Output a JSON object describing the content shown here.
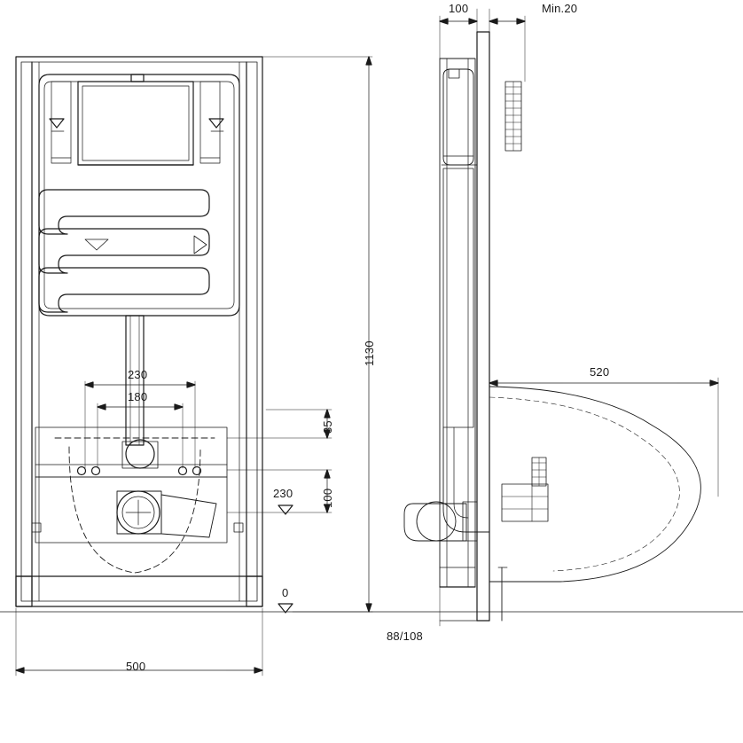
{
  "drawing": {
    "title": "Wall-hung WC installation frame technical drawing",
    "views": [
      "front-elevation",
      "side-elevation"
    ],
    "line_color": "#1a1a1a",
    "background": "#ffffff"
  },
  "dimensions": {
    "front_height_total": "1130",
    "front_width_total": "500",
    "bolt_spacing_outer": "230",
    "bolt_spacing_inner": "180",
    "offset_35": "35",
    "offset_100": "100",
    "offset_230": "230",
    "datum_zero": "0",
    "side_top_width": "100",
    "side_min_clearance": "Min.20",
    "side_projection": "520",
    "side_depth_range": "88/108"
  },
  "labels": {
    "d_1130": "1130",
    "d_500": "500",
    "d_230a": "230",
    "d_180": "180",
    "d_35": "35",
    "d_100b": "100",
    "d_230b": "230",
    "d_0": "0",
    "d_100a": "100",
    "d_min20": "Min.20",
    "d_520": "520",
    "d_88_108": "88/108"
  }
}
